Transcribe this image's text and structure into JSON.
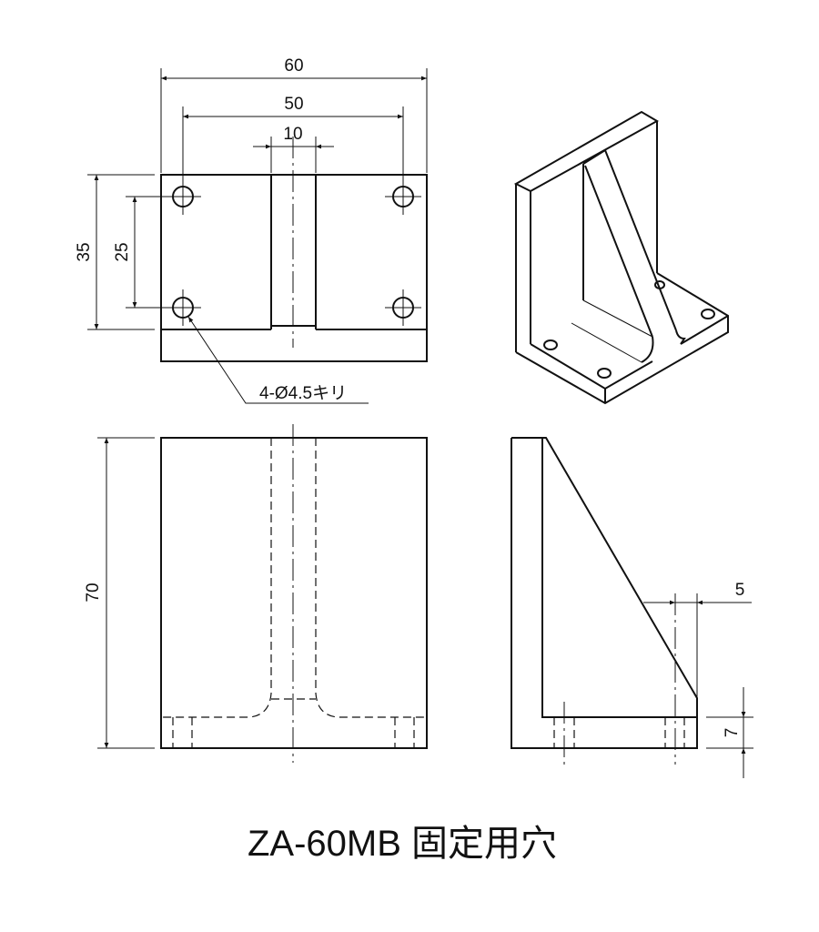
{
  "drawing": {
    "title": "ZA-60MB 固定用穴",
    "dimensions": {
      "overall_width": "60",
      "hole_pitch_x": "50",
      "slot_width": "10",
      "depth": "35",
      "hole_pitch_y": "25",
      "height": "70",
      "rib_offset": "5",
      "base_thickness": "7"
    },
    "hole_note": "4-Ø4.5キリ"
  }
}
